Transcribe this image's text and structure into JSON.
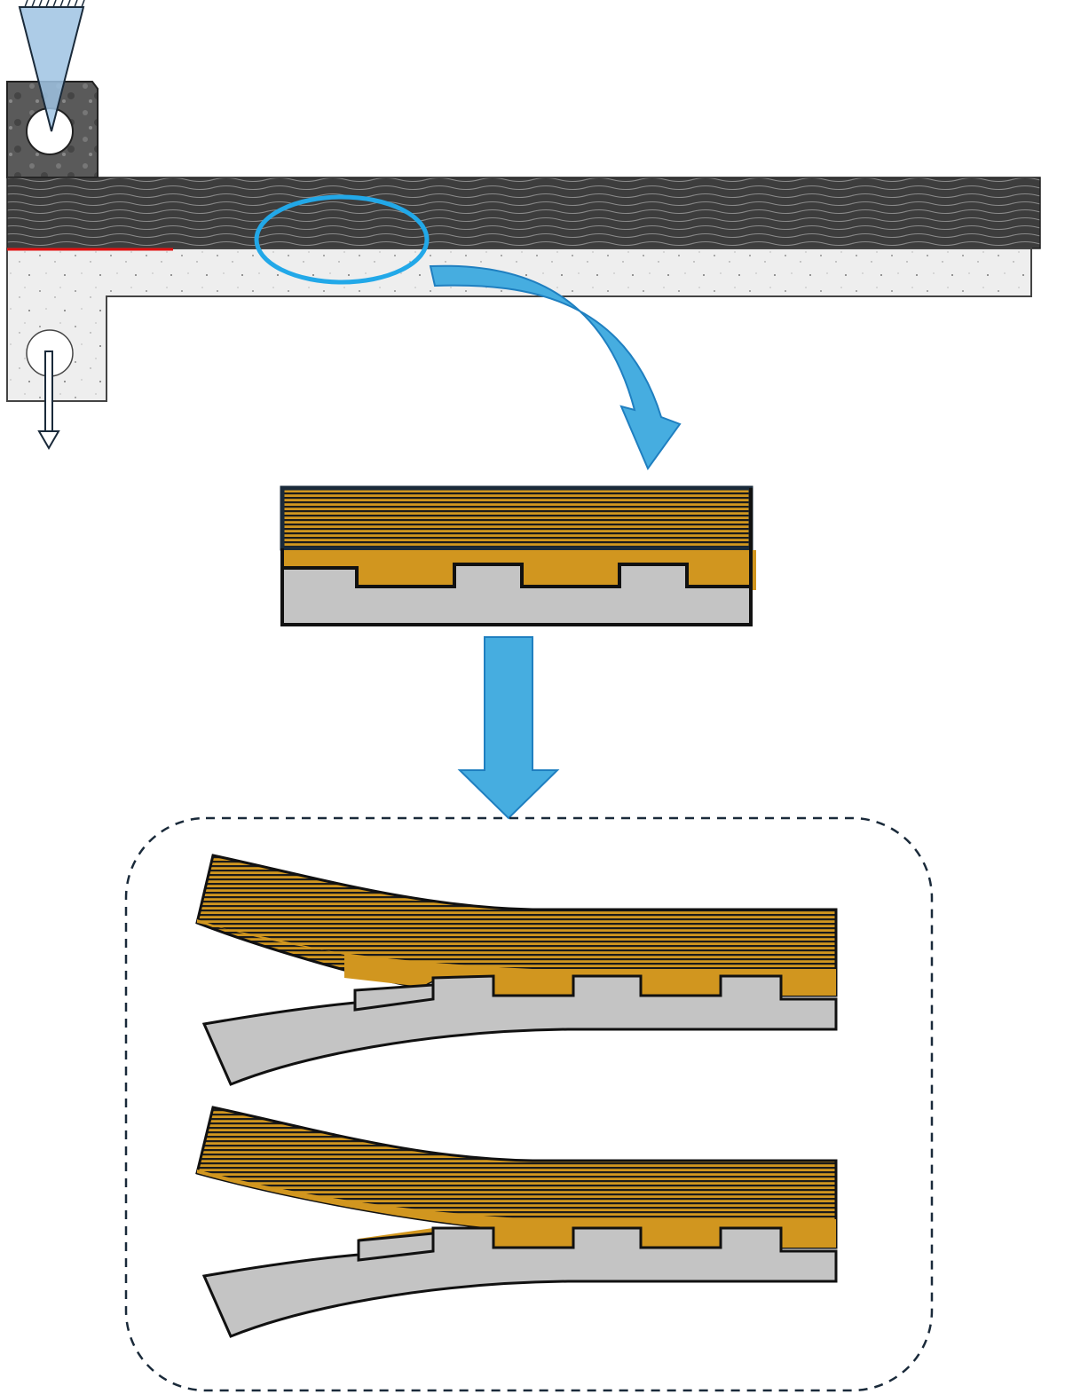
{
  "figure": {
    "kind": "mechanical test schematic",
    "colors": {
      "composite_dark": "#3a3a3a",
      "metal_light": "#eeeeee",
      "adhesive_orange": "#d1961f",
      "metal_grey": "#c4c4c4",
      "arrow_blue": "#46ade0",
      "arrow_blue_edge": "#1f7fc0",
      "wedge_blue": "#9fc3e3",
      "outline": "#111111",
      "dashed_border": "#1a2a3a",
      "crack_red": "#e01010",
      "fiber_line": "#1b1b1b"
    },
    "icons": [
      "fixed-support-icon",
      "load-wedge-icon",
      "pull-force-arrow-icon",
      "zoom-ellipse-icon",
      "curved-arrow-icon",
      "down-arrow-icon"
    ],
    "panels": [
      "specimen-photo",
      "interface-cross-section",
      "failure-mode-1",
      "failure-mode-2"
    ]
  }
}
